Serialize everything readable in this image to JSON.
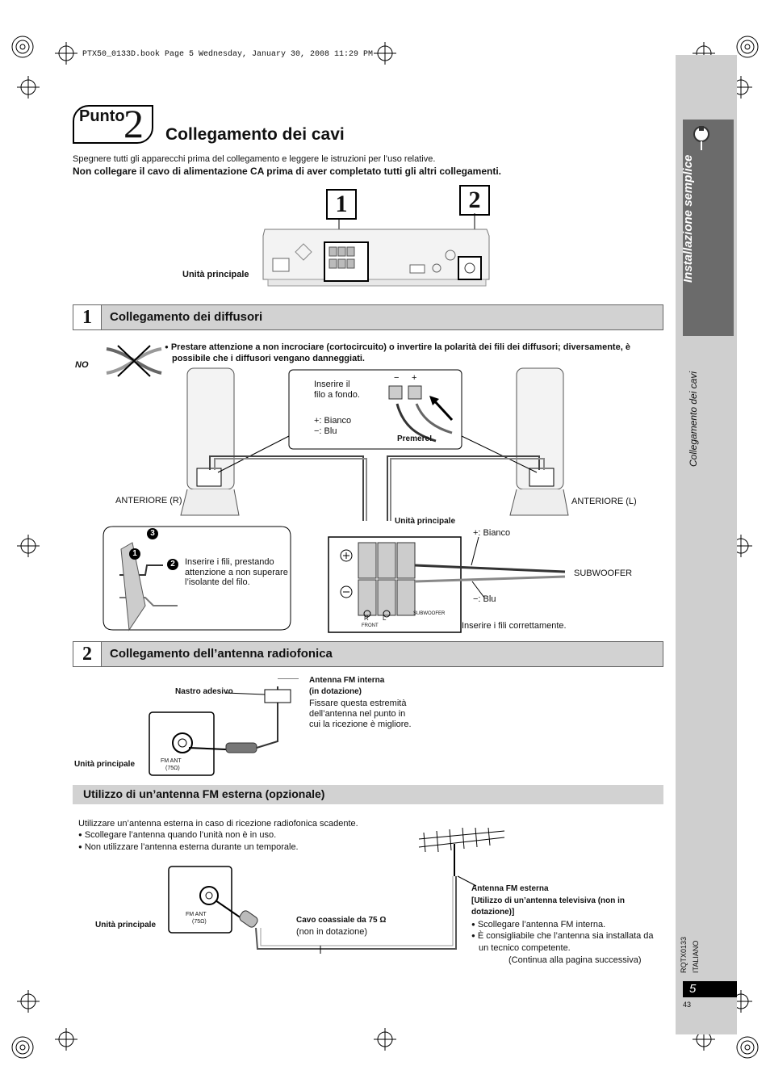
{
  "header_line": "PTX50_0133D.book  Page 5  Wednesday, January 30, 2008  11:29 PM",
  "step": {
    "word": "Punto",
    "number": "2",
    "title": "Collegamento dei cavi"
  },
  "intro": {
    "line1": "Spegnere tutti gli apparecchi prima del collegamento e leggere le istruzioni per l’uso relative.",
    "line2": "Non collegare il cavo di alimentazione CA prima di aver completato tutti gli altri collegamenti."
  },
  "overview": {
    "box1": "1",
    "box2": "2",
    "unit_label": "Unità principale"
  },
  "sidebar": {
    "section": "Installazione semplice",
    "subsection": "Collegamento dei cavi",
    "code": "RQTX0133",
    "language": "ITALIANO",
    "page_number": "5",
    "page_sub": "43"
  },
  "section1": {
    "number": "1",
    "title": "Collegamento dei diffusori",
    "no_label": "NO",
    "warning": "Prestare attenzione a non incrociare (cortocircuito) o invertire la polarità dei fili dei diffusori; diversamente, è",
    "warning2": "possibile che i diffusori vengano danneggiati.",
    "callout_insert1": "Inserire il",
    "callout_insert2": "filo a fondo.",
    "callout_plus": "+: Bianco",
    "callout_minus": "−: Blu",
    "callout_press": "Premere!",
    "front_r": "ANTERIORE (R)",
    "front_l": "ANTERIORE (L)",
    "unit_label": "Unità principale",
    "plus_white": "+: Bianco",
    "minus_blue": "−: Blu",
    "subwoofer": "SUBWOOFER",
    "insert_correct": "Inserire i fili correttamente.",
    "detail1": "Inserire i fili, prestando",
    "detail2": "attenzione a non superare",
    "detail3": "l’isolante del filo.",
    "term_r": "R",
    "term_l": "L",
    "term_front": "FRONT",
    "term_sub": "SUBWOOFER",
    "polarity_plus": "+",
    "polarity_minus": "−",
    "step_1": "1",
    "step_2": "2",
    "step_3": "3"
  },
  "section2": {
    "number": "2",
    "title": "Collegamento dell’antenna radiofonica",
    "tape": "Nastro adesivo",
    "internal_title1": "Antenna FM interna",
    "internal_title2": "(in dotazione)",
    "internal_desc1": "Fissare questa estremità",
    "internal_desc2": "dell’antenna nel punto in",
    "internal_desc3": "cui la ricezione è migliore.",
    "unit_label": "Unità principale",
    "fm_ant": "FM ANT",
    "fm_ohm": "(75Ω)"
  },
  "external": {
    "title": "Utilizzo di un’antenna FM esterna (opzionale)",
    "line1": "Utilizzare un’antenna esterna in caso di ricezione radiofonica scadente.",
    "bullet1": "Scollegare l’antenna quando l’unità non è in uso.",
    "bullet2": "Non utilizzare l’antenna esterna durante un temporale.",
    "unit_label": "Unità principale",
    "fm_ant": "FM ANT",
    "fm_ohm": "(75Ω)",
    "coax1": "Cavo coassiale da 75 Ω",
    "coax2": "(non in dotazione)",
    "ant_title1": "Antenna FM esterna",
    "ant_title2": "[Utilizzo di un’antenna televisiva (non in",
    "ant_title3": "dotazione)]",
    "ant_b1": "Scollegare l’antenna FM interna.",
    "ant_b2": "È consigliabile che l’antenna sia installata da",
    "ant_b3": "un tecnico competente.",
    "continue": "(Continua alla pagina successiva)"
  }
}
